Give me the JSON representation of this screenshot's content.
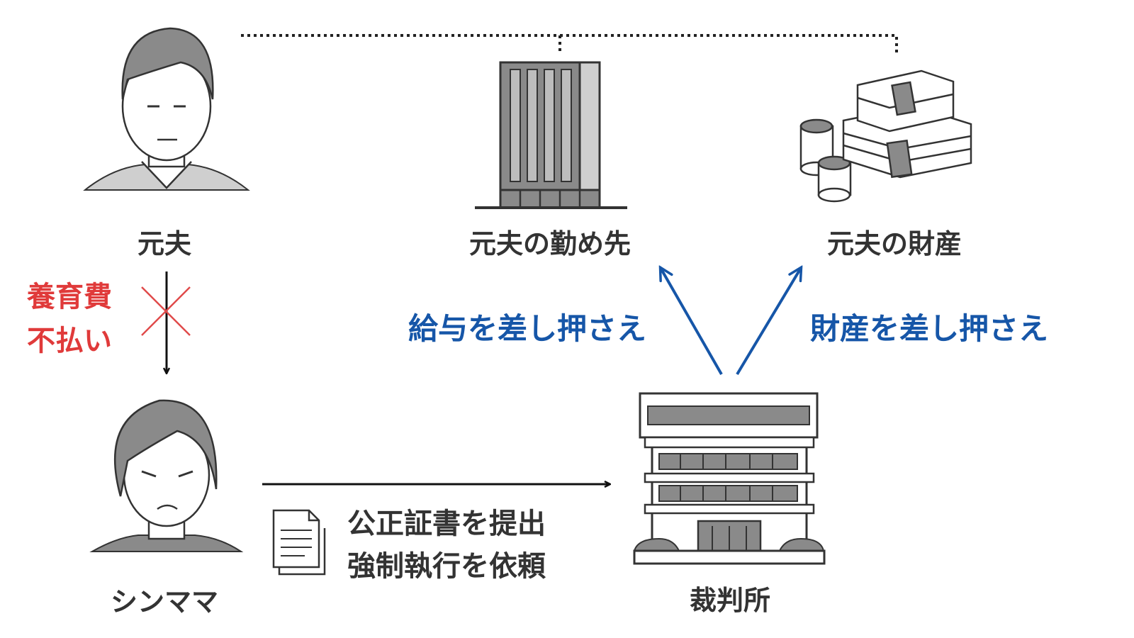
{
  "nodes": {
    "ex_husband": "元夫",
    "single_mom": "シンママ",
    "employer": "元夫の勤め先",
    "property": "元夫の財産",
    "court": "裁判所"
  },
  "unpaid": {
    "line1": "養育費",
    "line2": "不払い"
  },
  "actions": {
    "salary_seizure": "給与を差し押さえ",
    "property_seizure": "財産を差し押さえ"
  },
  "request": {
    "line1": "公正証書を提出",
    "line2": "強制執行を依頼"
  },
  "colors": {
    "text_dark": "#333333",
    "accent_red": "#e03a3a",
    "accent_blue": "#1656a8",
    "illustration_gray": "#8a8a8a",
    "illustration_light": "#cfcfcf"
  }
}
